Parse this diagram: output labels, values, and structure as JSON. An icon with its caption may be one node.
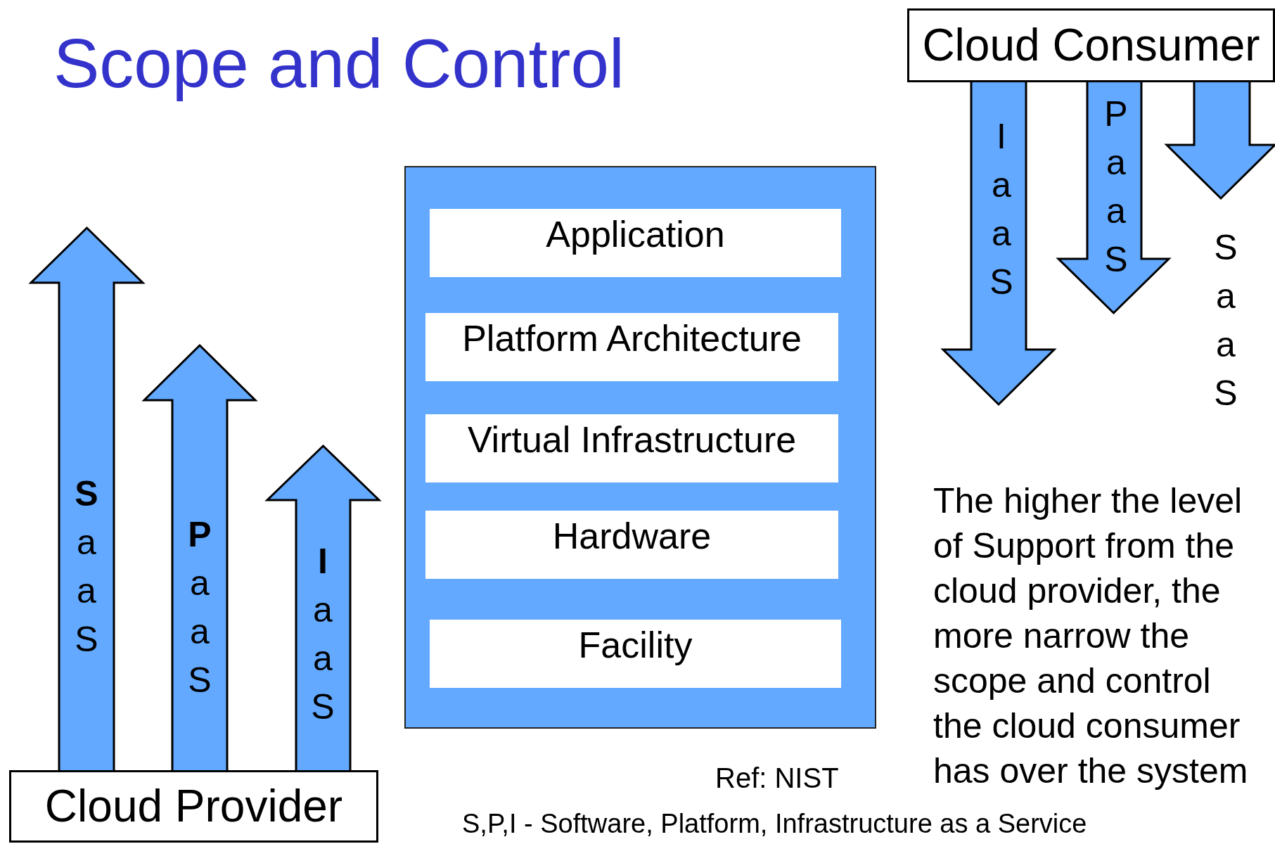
{
  "diagram": {
    "title": "Scope and Control",
    "nodes": [
      {
        "text": [
          "Cloud Consumer"
        ]
      },
      {
        "text": [],
        "shape": "box"
      },
      {
        "text": [
          "Application"
        ],
        "in": 1
      },
      {
        "text": [
          "Platform Architecture"
        ],
        "in": 1
      },
      {
        "text": [
          "Virtual Infrastructure"
        ],
        "in": 1
      },
      {
        "text": [
          "Hardware"
        ],
        "in": 1
      },
      {
        "text": [
          "Facility"
        ],
        "in": 1
      },
      {
        "text": [
          "Cloud Provider"
        ]
      }
    ],
    "edges": [
      {
        "from": 7,
        "to": null,
        "arrow": "to",
        "label": "**S**aaS"
      },
      {
        "from": 7,
        "to": null,
        "arrow": "to",
        "label": "**P**aaS"
      },
      {
        "from": 7,
        "to": null,
        "arrow": "to",
        "label": "**I**aaS"
      },
      {
        "from": 0,
        "to": null,
        "arrow": "to",
        "label": "IaaS"
      },
      {
        "from": 0,
        "to": null,
        "arrow": "to",
        "label": "PaaS"
      },
      {
        "from": 0,
        "to": null,
        "arrow": "to",
        "label": "SaaS"
      }
    ],
    "labels": [
      "Ref: NIST",
      "The higher the level of Support from the cloud provider, the more narrow the scope and control the cloud consumer has over the system",
      "S,P,I - Software, Platform, Infrastructure as a Service"
    ]
  }
}
